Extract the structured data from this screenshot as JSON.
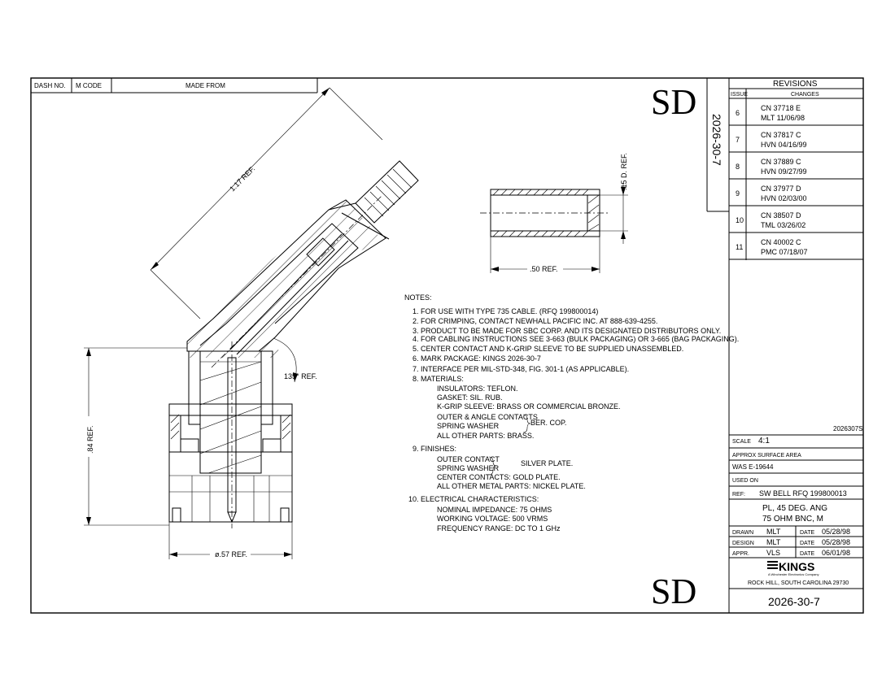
{
  "header_cols": {
    "dash_no": "DASH NO.",
    "m_code": "M CODE",
    "made_from": "MADE FROM"
  },
  "stamp": "SD",
  "vertical_part_no": "2026-30-7",
  "revisions": {
    "title": "REVISIONS",
    "col_issue": "ISSUE",
    "col_changes": "CHANGES",
    "rows": [
      {
        "issue": "6",
        "cn": "CN  37718  E",
        "by": "MLT  11/06/98"
      },
      {
        "issue": "7",
        "cn": "CN  37817  C",
        "by": "HVN  04/16/99"
      },
      {
        "issue": "8",
        "cn": "CN  37889  C",
        "by": "HVN  09/27/99"
      },
      {
        "issue": "9",
        "cn": "CN  37977  D",
        "by": "HVN  02/03/00"
      },
      {
        "issue": "10",
        "cn": "CN  38507  D",
        "by": "TML  03/26/02"
      },
      {
        "issue": "11",
        "cn": "CN  40002  C",
        "by": "PMC  07/18/07"
      }
    ]
  },
  "file_ref": "2026307S",
  "title_block": {
    "scale_label": "SCALE",
    "scale_value": "4:1",
    "approx_label": "APPROX SURFACE AREA",
    "was": "WAS E-19644",
    "used_on": "USED ON",
    "ref_label": "REF:",
    "ref_value": "SW BELL RFQ 199800013",
    "desc_line1": "PL, 45 DEG. ANG",
    "desc_line2": "75 OHM BNC, M",
    "date_label": "DATE",
    "sign": [
      {
        "role": "DRAWN",
        "name": "MLT",
        "date": "05/28/98"
      },
      {
        "role": "DESIGN",
        "name": "MLT",
        "date": "05/28/98"
      },
      {
        "role": "APPR.",
        "name": "VLS",
        "date": "06/01/98"
      }
    ],
    "company": "KINGS",
    "company_tag": "A Winchester Electronics Company",
    "location": "ROCK HILL, SOUTH CAROLINA 29730",
    "drawing_no": "2026-30-7"
  },
  "dimensions": {
    "length": "1.17 REF.",
    "angle": "135° REF.",
    "height": ".84 REF.",
    "diameter": "ø.57 REF.",
    "sleeve_length": ".50 REF.",
    "sleeve_dia": ".15 D. REF."
  },
  "notes": {
    "heading": "NOTES:",
    "items": [
      "1. FOR USE WITH TYPE 735 CABLE. (RFQ 199800014)",
      "2. FOR CRIMPING, CONTACT NEWHALL PACIFIC INC. AT 888-639-4255.",
      "3. PRODUCT TO BE MADE FOR SBC CORP. AND ITS DESIGNATED DISTRIBUTORS ONLY.",
      "4. FOR CABLING INSTRUCTIONS SEE 3-663 (BULK PACKAGING) OR 3-665 (BAG PACKAGING).",
      "5. CENTER CONTACT AND K-GRIP SLEEVE TO BE SUPPLIED UNASSEMBLED.",
      "6. MARK PACKAGE: KINGS 2026-30-7",
      "7. INTERFACE PER MIL-STD-348, FIG. 301-1 (AS APPLICABLE).",
      "8. MATERIALS:"
    ],
    "materials": [
      "INSULATORS: TEFLON.",
      "GASKET: SIL. RUB.",
      "K-GRIP SLEEVE: BRASS OR COMMERCIAL BRONZE."
    ],
    "mat_outer": "OUTER & ANGLE CONTACTS",
    "mat_spring": "SPRING WASHER",
    "mat_bercop": "BER. COP.",
    "mat_other": "ALL OTHER PARTS: BRASS.",
    "finishes_heading": "9. FINISHES:",
    "fin_outer": "OUTER CONTACT",
    "fin_spring": "SPRING WASHER",
    "fin_silver": "SILVER PLATE.",
    "fin_center": "CENTER CONTACTS: GOLD PLATE.",
    "fin_other": "ALL OTHER METAL PARTS: NICKEL PLATE.",
    "elec_heading": "10. ELECTRICAL CHARACTERISTICS:",
    "elec": [
      "NOMINAL IMPEDANCE: 75 OHMS",
      "WORKING VOLTAGE: 500 VRMS",
      "FREQUENCY RANGE: DC TO 1 GHz"
    ]
  }
}
